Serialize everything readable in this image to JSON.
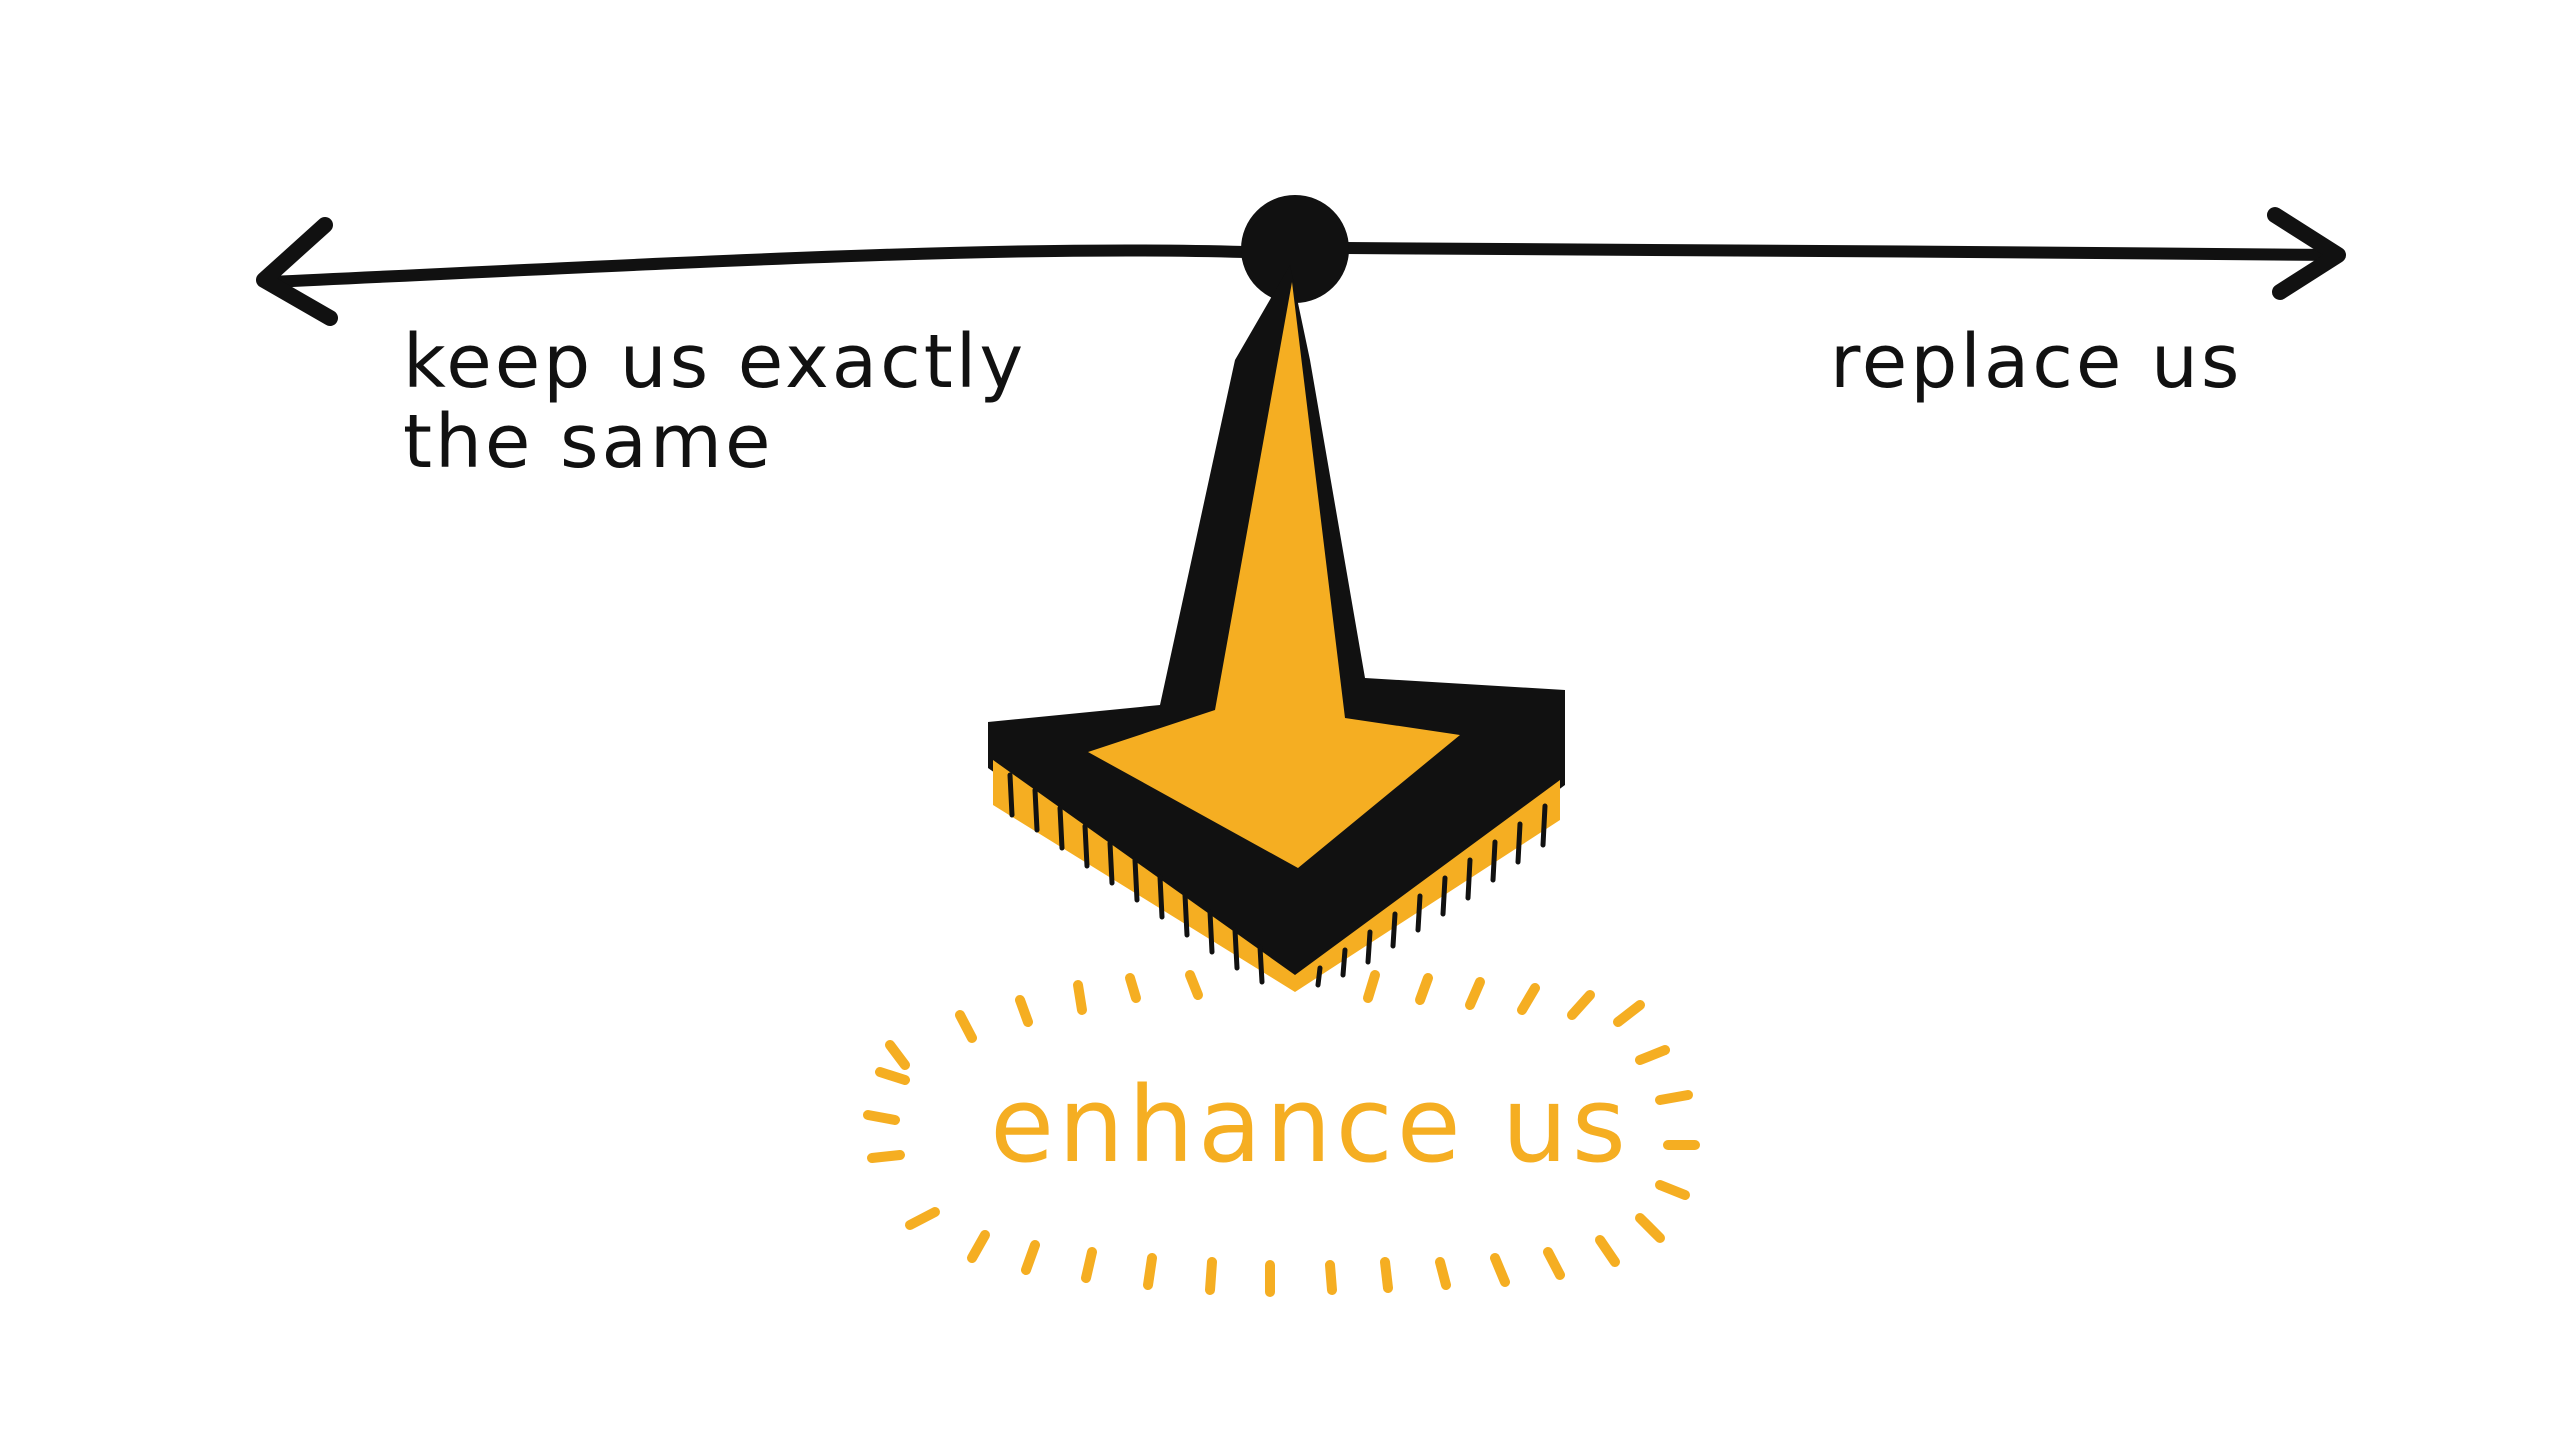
{
  "diagram": {
    "left_label_lines": [
      "keep us exactly",
      "the same"
    ],
    "right_label": "replace us",
    "center_label": "enhance us",
    "colors": {
      "ink": "#111111",
      "accent": "#f5ae22",
      "background": "#ffffff"
    },
    "icons": {
      "scale": "double-headed-arrow",
      "pointer": "downward-arrow-pointer",
      "glow": "radiating-sparkle-dashes"
    }
  }
}
